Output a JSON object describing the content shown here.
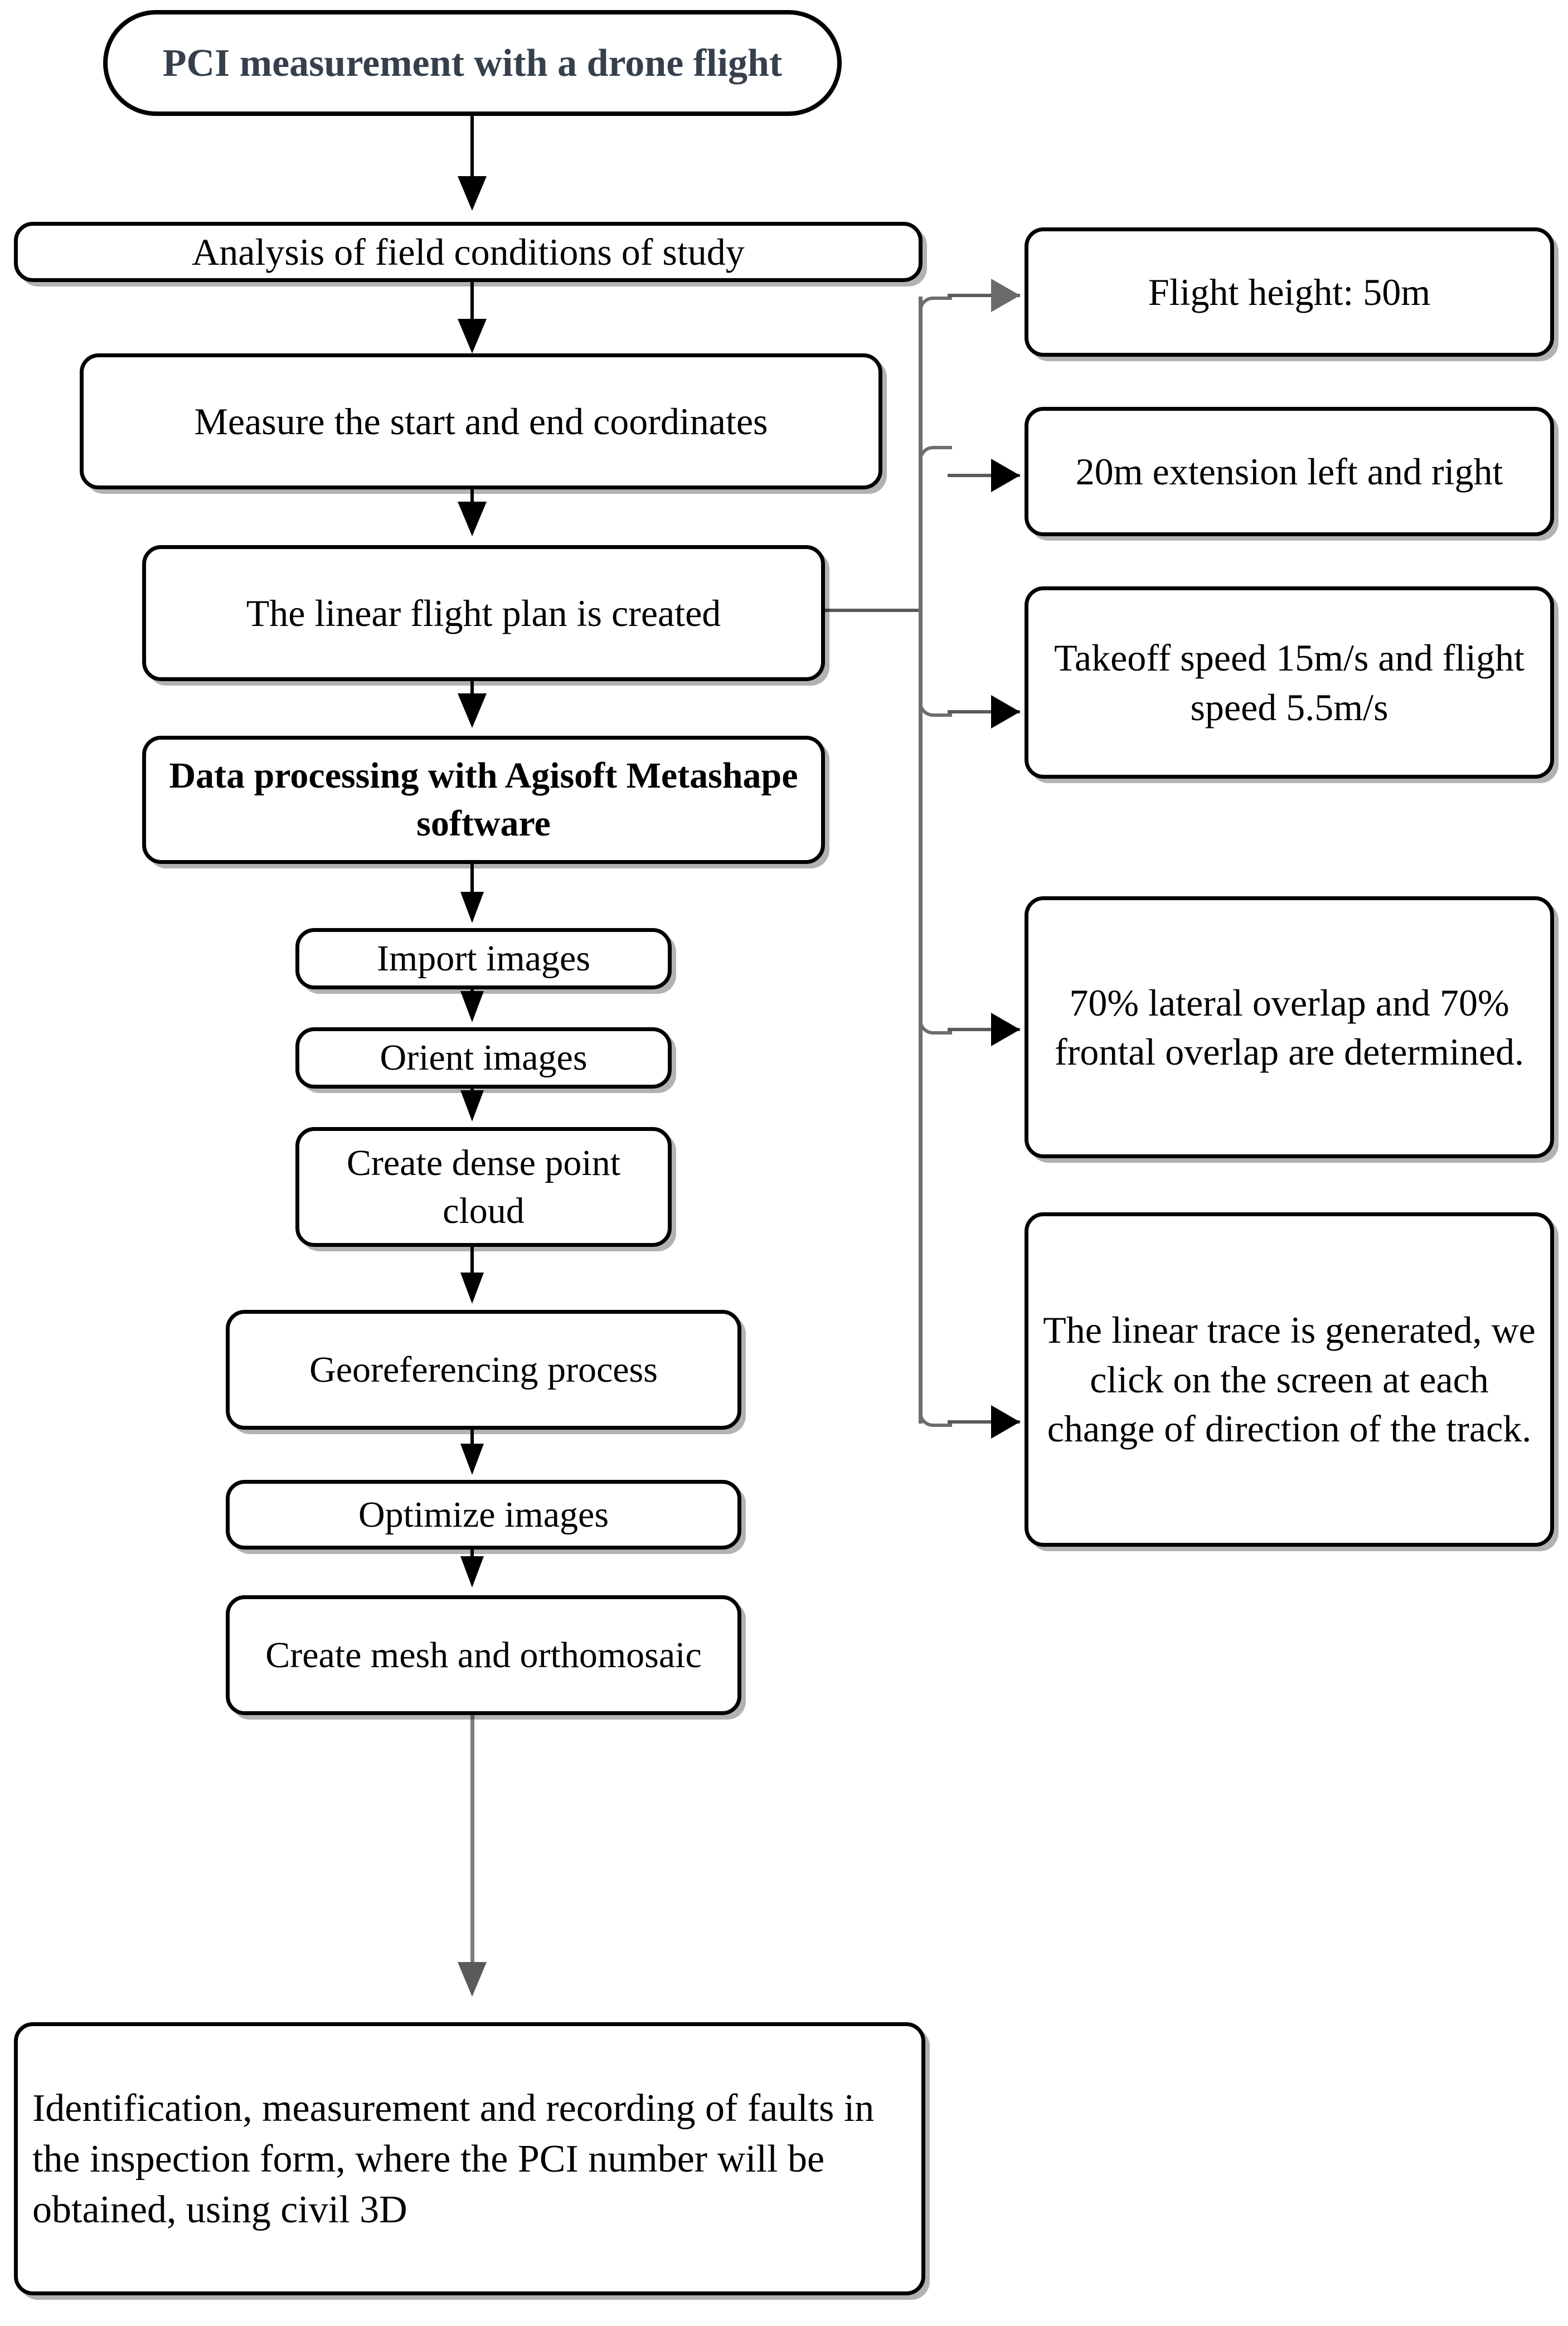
{
  "diagram": {
    "title": "PCI measurement with a drone flight",
    "type": "flowchart"
  },
  "main_flow": [
    {
      "id": "start",
      "label": "PCI measurement with a drone flight",
      "shape": "terminator"
    },
    {
      "id": "analysis",
      "label": "Analysis of field conditions of study",
      "shape": "process"
    },
    {
      "id": "coords",
      "label": "Measure the start and end coordinates",
      "shape": "process"
    },
    {
      "id": "flightplan",
      "label": "The linear flight plan is created",
      "shape": "process"
    },
    {
      "id": "agisoft",
      "label": "Data processing with Agisoft Metashape software",
      "shape": "process",
      "bold": true
    },
    {
      "id": "import",
      "label": "Import images",
      "shape": "process"
    },
    {
      "id": "orient",
      "label": "Orient images",
      "shape": "process"
    },
    {
      "id": "densecloud",
      "label": "Create dense point cloud",
      "shape": "process"
    },
    {
      "id": "georef",
      "label": "Georeferencing process",
      "shape": "process"
    },
    {
      "id": "optimize",
      "label": "Optimize images",
      "shape": "process"
    },
    {
      "id": "mesh",
      "label": "Create mesh and orthomosaic",
      "shape": "process"
    },
    {
      "id": "final",
      "label": "Identification, measurement and recording of faults in the inspection form, where the PCI number will be obtained, using civil 3D",
      "shape": "process",
      "align": "left"
    }
  ],
  "side_notes": [
    {
      "id": "note1",
      "label": "Flight height: 50m"
    },
    {
      "id": "note2",
      "label": "20m extension left and right"
    },
    {
      "id": "note3",
      "label": "Takeoff speed 15m/s and flight speed 5.5m/s"
    },
    {
      "id": "note4",
      "label": "70% lateral overlap and 70% frontal overlap are determined."
    },
    {
      "id": "note5",
      "label": "The linear trace is generated, we click on the screen at each change of direction of the track."
    }
  ],
  "colors": {
    "title_text": "#36404d",
    "body_text": "#000000",
    "node_border": "#000000",
    "node_fill": "#ffffff",
    "connector_black": "#000000",
    "connector_grey": "#6e6e6e",
    "shadow": "rgba(0,0,0,0.30)"
  }
}
